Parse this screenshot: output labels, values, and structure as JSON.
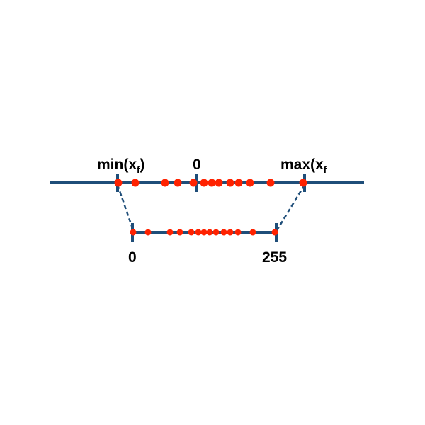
{
  "colors": {
    "axis": "#1f4e79",
    "point": "#ff2200",
    "text": "#000000"
  },
  "top_axis": {
    "min_label": "min(x",
    "min_label_sub": "f",
    "min_label_close": ")",
    "zero_label": "0",
    "max_label": "max(x",
    "max_label_sub": "f"
  },
  "bottom_axis": {
    "start_label": "0",
    "end_label": "255"
  }
}
